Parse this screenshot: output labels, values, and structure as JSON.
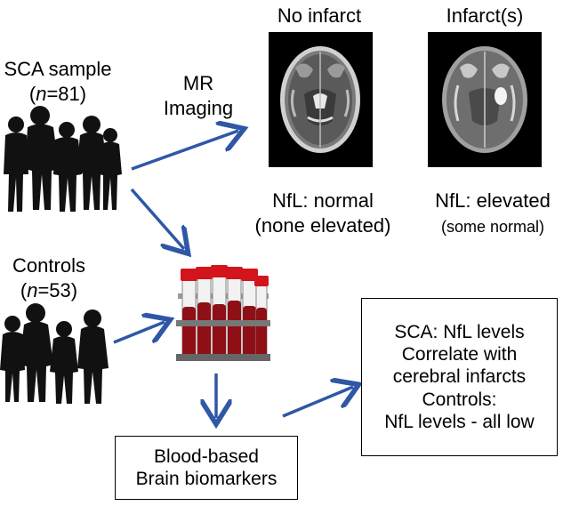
{
  "groups": {
    "sca": {
      "label": "SCA sample",
      "n_prefix": "(",
      "n_var": "n",
      "n_value": "=81)"
    },
    "controls": {
      "label": "Controls",
      "n_prefix": "(",
      "n_var": "n",
      "n_value": "=53)"
    }
  },
  "mr": {
    "line1": "MR",
    "line2": "Imaging"
  },
  "scans": {
    "no_infarct": {
      "title": "No infarct",
      "nfl_line1": "NfL: normal",
      "nfl_line2": "(none elevated)"
    },
    "infarct": {
      "title": "Infarct(s)",
      "nfl_line1": "NfL: elevated",
      "nfl_line2": "(some normal)"
    }
  },
  "biomarker_box": {
    "line1": "Blood-based",
    "line2": "Brain biomarkers"
  },
  "result_box": {
    "line1": "SCA: NfL levels",
    "line2": "Correlate with",
    "line3": "cerebral infarcts",
    "line4": "Controls:",
    "line5": "NfL levels - all low"
  },
  "colors": {
    "arrow": "#2f57a6",
    "silhouette": "#111111",
    "tube_cap": "#d3141c",
    "blood": "#8e1016"
  }
}
